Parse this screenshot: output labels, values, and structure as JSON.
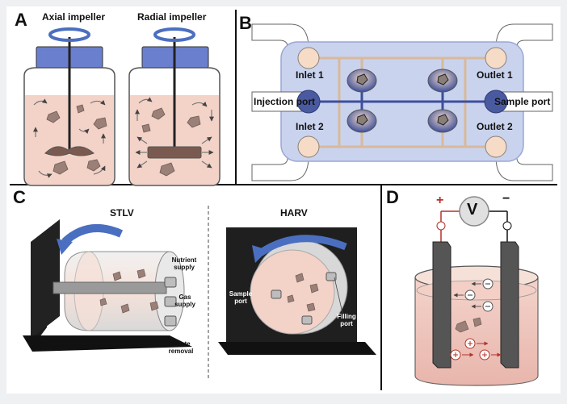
{
  "panels": {
    "a": {
      "letter": "A",
      "axial_title": "Axial impeller",
      "radial_title": "Radial impeller"
    },
    "b": {
      "letter": "B",
      "ports": {
        "inlet1": "Inlet 1",
        "inlet2": "Inlet 2",
        "outlet1": "Outlet 1",
        "outlet2": "Outlet 2",
        "injection": "Injection port",
        "sample": "Sample port"
      }
    },
    "c": {
      "letter": "C",
      "stlv_title": "STLV",
      "harv_title": "HARV",
      "stlv_labels": {
        "nutrient": "Nutrient supply",
        "gas": "Gas supply",
        "waste": "Waste removal"
      },
      "harv_labels": {
        "sample": "Sample port",
        "filling": "Filling port"
      }
    },
    "d": {
      "letter": "D",
      "voltmeter": "V",
      "plus": "+",
      "minus": "−"
    }
  },
  "colors": {
    "liquid_pink": "#f3d2c8",
    "chamber_blue": "#c9d3ee",
    "cap_blue": "#6b7fcf",
    "channel_tan": "#d9b99a",
    "rotation_blue": "#4b6fc0",
    "wire_red": "#b3322a"
  }
}
